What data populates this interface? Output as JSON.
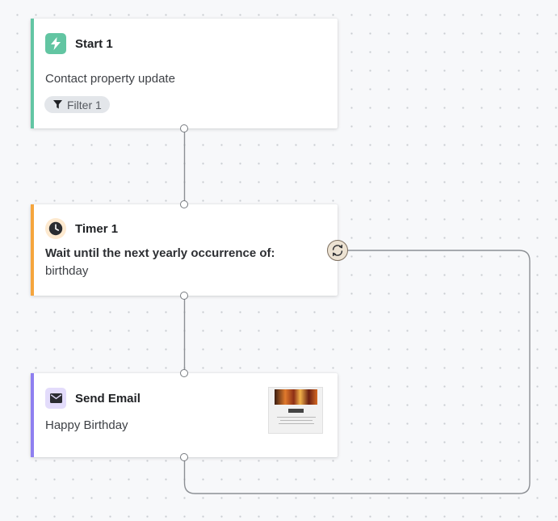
{
  "nodes": {
    "start": {
      "title": "Start 1",
      "description": "Contact property update",
      "filter_label": "Filter 1",
      "accent": "#63c6a4",
      "icon": "lightning-icon"
    },
    "timer": {
      "title": "Timer 1",
      "line1": "Wait until the next yearly occurrence of:",
      "line2": "birthday",
      "accent": "#f5a53d",
      "icon": "clock-icon"
    },
    "email": {
      "title": "Send Email",
      "description": "Happy Birthday",
      "accent": "#8f7ff0",
      "icon": "envelope-icon",
      "thumbnail": "email-preview-thumbnail"
    }
  },
  "loop": {
    "icon": "loop-refresh-icon"
  },
  "colors": {
    "edge": "#8c8f94",
    "canvas": "#f7f8fa"
  }
}
